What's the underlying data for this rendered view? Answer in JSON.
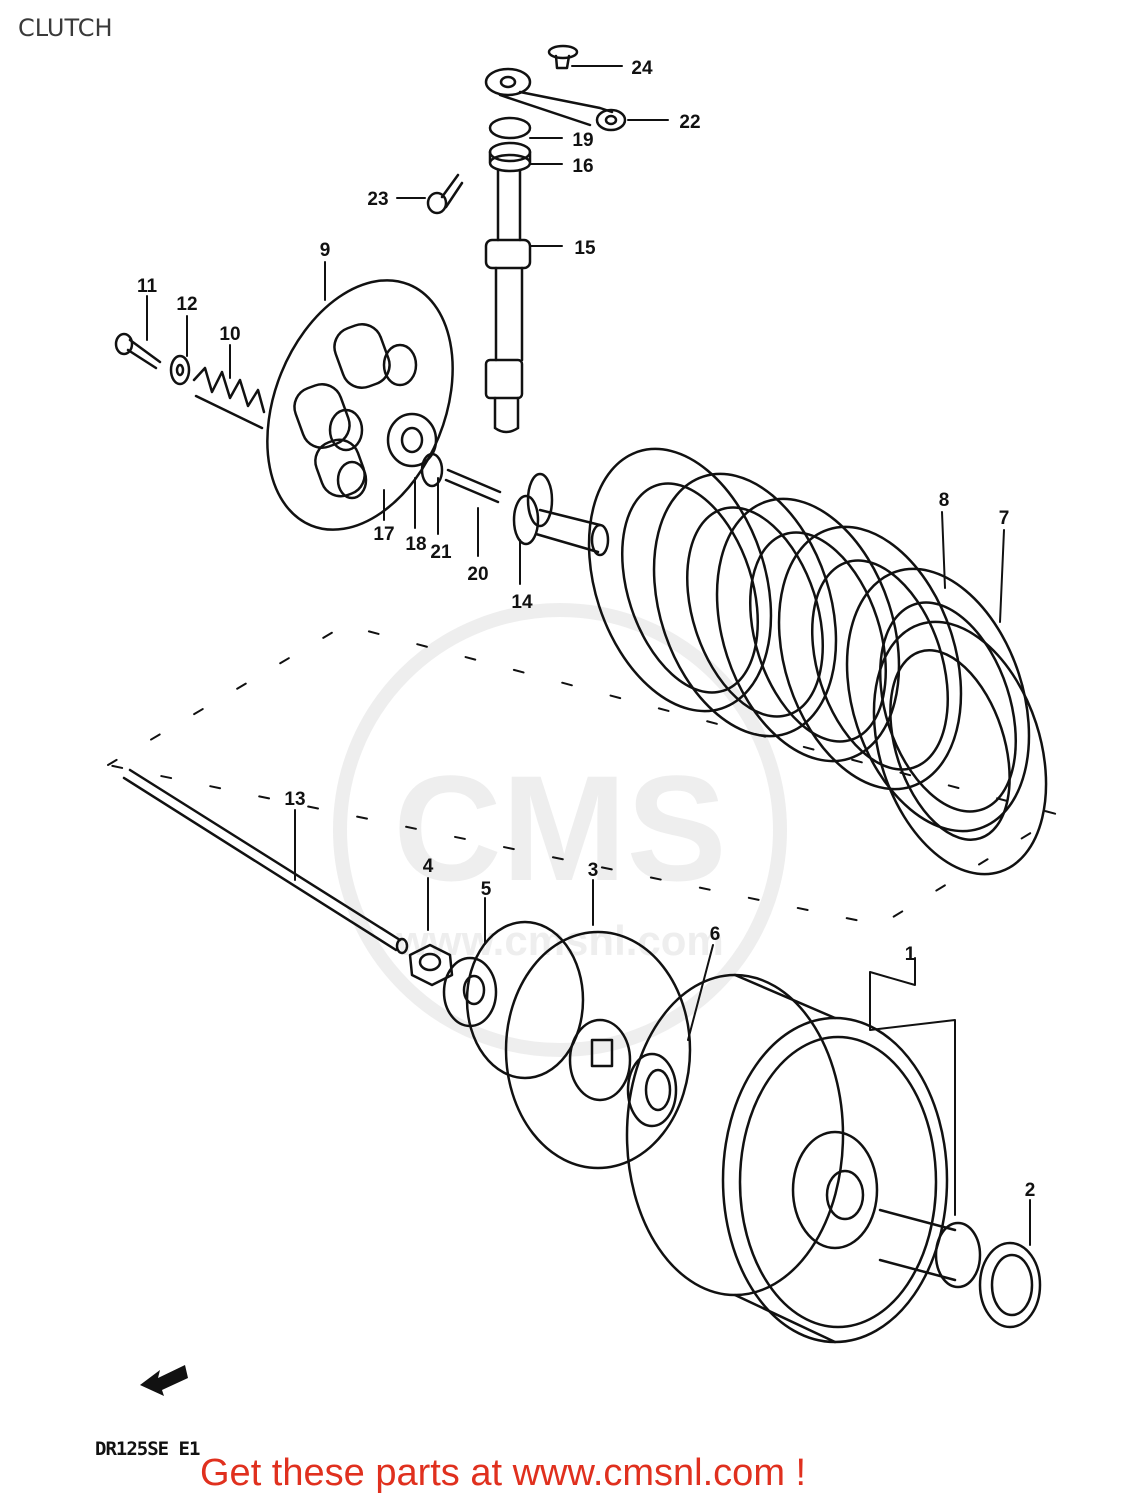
{
  "header": {
    "title": "CLUTCH"
  },
  "watermark": {
    "brand": "CMS",
    "site": "www.cmsnl.com"
  },
  "callouts": [
    "1",
    "2",
    "3",
    "4",
    "5",
    "6",
    "7",
    "8",
    "9",
    "10",
    "11",
    "12",
    "13",
    "14",
    "15",
    "16",
    "17",
    "18",
    "19",
    "20",
    "21",
    "22",
    "23",
    "24"
  ],
  "model_code": "DR125SE E1",
  "footer": {
    "link_text": "Get these parts at www.cmsnl.com !"
  },
  "colors": {
    "line": "#111111",
    "footer": "#e0301e",
    "watermark": "#d9d9d9"
  },
  "icons": {
    "direction_arrow": "front-direction-arrow-icon"
  }
}
